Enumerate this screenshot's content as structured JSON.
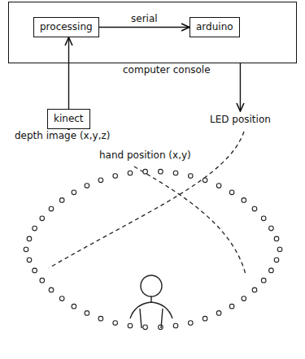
{
  "diagram": {
    "nodes": [
      {
        "text": [
          "computer console"
        ]
      },
      {
        "text": [
          "processing"
        ],
        "in": 0
      },
      {
        "text": [
          "arduino"
        ],
        "in": 0
      },
      {
        "text": [
          "kinect"
        ]
      }
    ],
    "edges": [
      {
        "from": 1,
        "to": 2,
        "arrow": "to",
        "label": "serial"
      },
      {
        "from": 3,
        "to": 1,
        "arrow": "to"
      }
    ],
    "labels": [
      "LED position",
      "depth image (x,y,z)",
      "hand position (x,y)"
    ]
  }
}
